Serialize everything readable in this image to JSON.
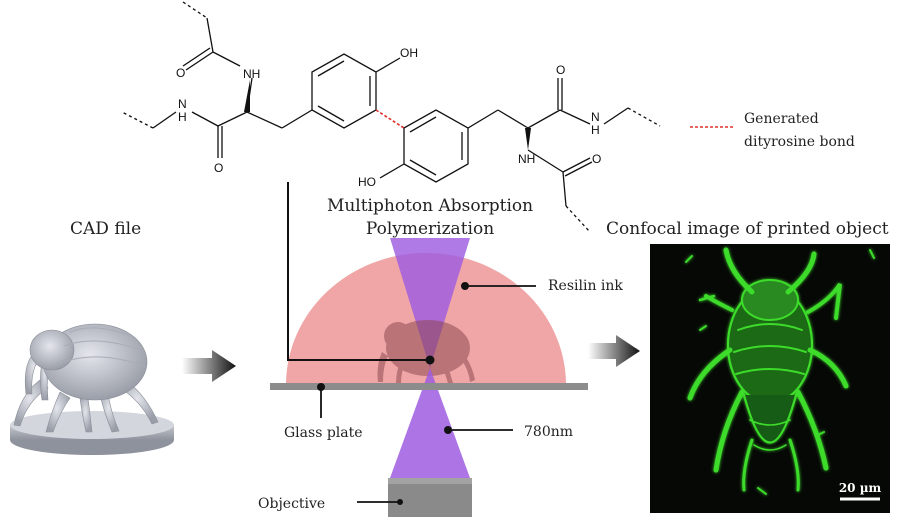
{
  "chem": {
    "oh_top": "OH",
    "oh_bottom": "HO",
    "nh_upper_left": "NH",
    "n_left": "N",
    "h_left": "H",
    "o_upper_left": "O",
    "o_left_carbonyl": "O",
    "o_right_carbonyl": "O",
    "n_right": "N",
    "h_right": "H",
    "nh_lower_right": "NH",
    "o_lower_right": "O"
  },
  "legend": {
    "label_line1": "Generated",
    "label_line2": "dityrosine bond",
    "color": "#e0302a"
  },
  "labels": {
    "cad_file": "CAD file",
    "map_line1": "Multiphoton Absorption",
    "map_line2": "Polymerization",
    "confocal_title": "Confocal image of printed object",
    "resilin_ink": "Resilin ink",
    "glass_plate": "Glass plate",
    "wavelength": "780nm",
    "objective": "Objective",
    "scale_bar": "20 µm"
  },
  "colors": {
    "ink_dome": "#f0a6a6",
    "laser_beam": "#9d5ce0",
    "glass": "#8c8c8c",
    "fluorescence": "#3ddc2a",
    "confocal_bg": "#060806"
  },
  "icons": {
    "cad_model": "printed-insect-model",
    "arrow_1": "arrow-right-icon",
    "arrow_2": "arrow-right-icon"
  }
}
